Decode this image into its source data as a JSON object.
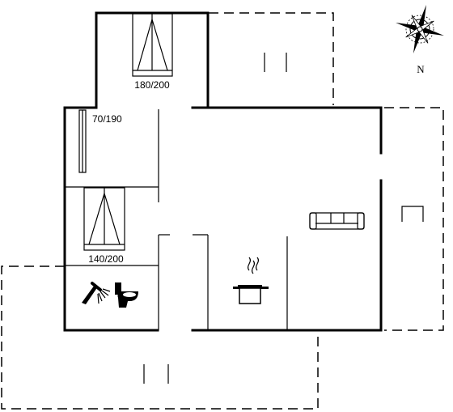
{
  "compass": {
    "north_label": "N"
  },
  "bedrooms": [
    {
      "bed_label": "180/200"
    },
    {
      "bed_label": "70/190"
    },
    {
      "bed_label": "140/200"
    }
  ],
  "icons": [
    "compass-rose-icon",
    "shower-icon",
    "toilet-icon",
    "cooking-pot-icon",
    "sofa-icon"
  ]
}
